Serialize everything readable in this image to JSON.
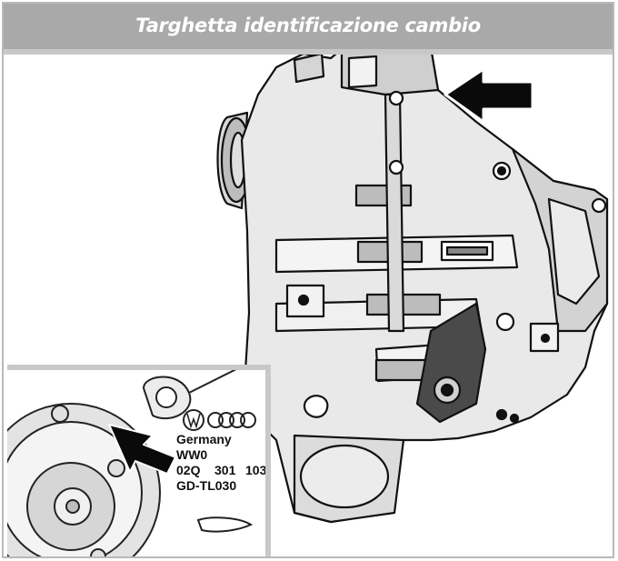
{
  "header": {
    "title": "Targhetta identificazione cambio"
  },
  "plate": {
    "line1": "Germany",
    "line2": "WW0",
    "line3_a": "02Q",
    "line3_b": "301",
    "line3_c": "103",
    "line4": "GD-TL030"
  },
  "icons": [
    "vw-logo-icon",
    "audi-rings-icon",
    "arrow-left-icon"
  ]
}
